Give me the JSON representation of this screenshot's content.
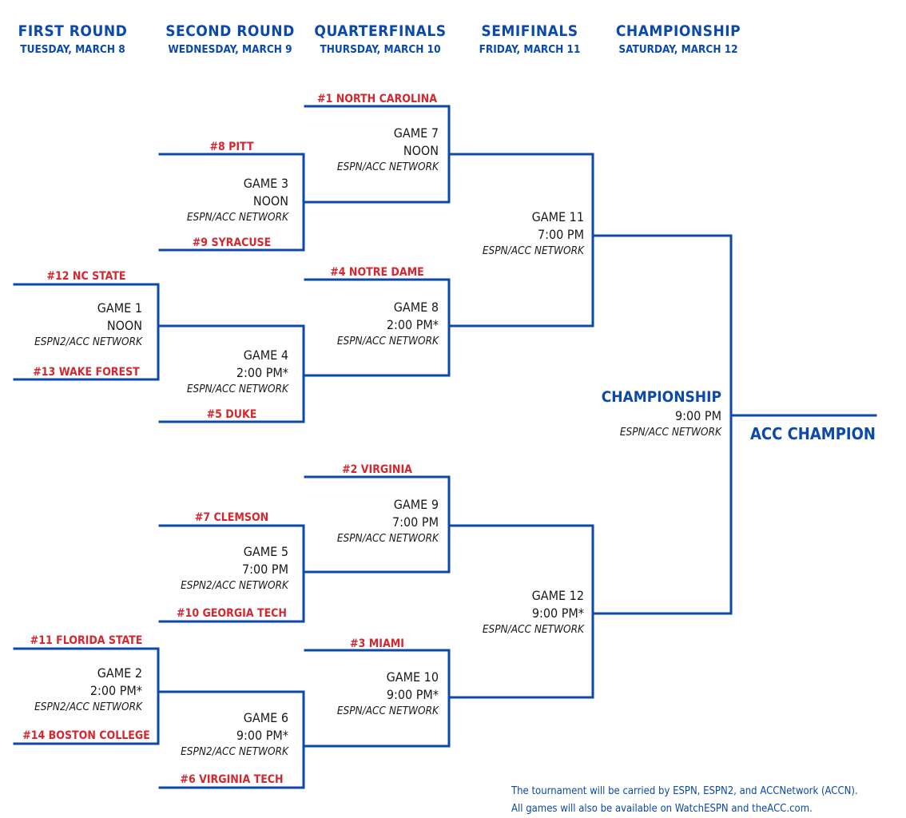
{
  "rounds": [
    {
      "title": "FIRST ROUND",
      "date": "TUESDAY, MARCH 8"
    },
    {
      "title": "SECOND ROUND",
      "date": "WEDNESDAY, MARCH 9"
    },
    {
      "title": "QUARTERFINALS",
      "date": "THURSDAY, MARCH 10"
    },
    {
      "title": "SEMIFINALS",
      "date": "FRIDAY, MARCH 11"
    },
    {
      "title": "CHAMPIONSHIP",
      "date": "SATURDAY, MARCH 12"
    }
  ],
  "teams": {
    "unc": "#1 NORTH CAROLINA",
    "pitt": "#8 PITT",
    "syracuse": "#9 SYRACUSE",
    "ncstate": "#12 NC STATE",
    "notredame": "#4 NOTRE DAME",
    "wakeforest": "#13 WAKE FOREST",
    "duke": "#5 DUKE",
    "virginia": "#2 VIRGINIA",
    "clemson": "#7 CLEMSON",
    "georgiatech": "#10 GEORGIA TECH",
    "floridastate": "#11 FLORIDA STATE",
    "miami": "#3 MIAMI",
    "bostoncollege": "#14 BOSTON COLLEGE",
    "virginiatech": "#6 VIRGINIA TECH"
  },
  "games": {
    "g1": {
      "name": "GAME 1",
      "time": "NOON",
      "network": "ESPN2/ACC NETWORK"
    },
    "g2": {
      "name": "GAME 2",
      "time": "2:00 PM*",
      "network": "ESPN2/ACC NETWORK"
    },
    "g3": {
      "name": "GAME 3",
      "time": "NOON",
      "network": "ESPN/ACC NETWORK"
    },
    "g4": {
      "name": "GAME 4",
      "time": "2:00 PM*",
      "network": "ESPN/ACC NETWORK"
    },
    "g5": {
      "name": "GAME 5",
      "time": "7:00 PM",
      "network": "ESPN2/ACC NETWORK"
    },
    "g6": {
      "name": "GAME 6",
      "time": "9:00 PM*",
      "network": "ESPN2/ACC NETWORK"
    },
    "g7": {
      "name": "GAME 7",
      "time": "NOON",
      "network": "ESPN/ACC NETWORK"
    },
    "g8": {
      "name": "GAME 8",
      "time": "2:00 PM*",
      "network": "ESPN/ACC NETWORK"
    },
    "g9": {
      "name": "GAME 9",
      "time": "7:00 PM",
      "network": "ESPN/ACC NETWORK"
    },
    "g10": {
      "name": "GAME 10",
      "time": "9:00 PM*",
      "network": "ESPN/ACC NETWORK"
    },
    "g11": {
      "name": "GAME 11",
      "time": "7:00 PM",
      "network": "ESPN/ACC NETWORK"
    },
    "g12": {
      "name": "GAME 12",
      "time": "9:00 PM*",
      "network": "ESPN/ACC NETWORK"
    }
  },
  "championship": {
    "label": "CHAMPIONSHIP",
    "time": "9:00 PM",
    "network": "ESPN/ACC NETWORK"
  },
  "champion_label": "ACC CHAMPION",
  "footer": {
    "line1": "The tournament will be carried by ESPN, ESPN2, and ACCNetwork (ACCN).",
    "line2": "All games will also be available on WatchESPN and theACC.com."
  },
  "colors": {
    "blue": "#0b4aa8",
    "red": "#d3282f",
    "text": "#1a1a1a"
  }
}
